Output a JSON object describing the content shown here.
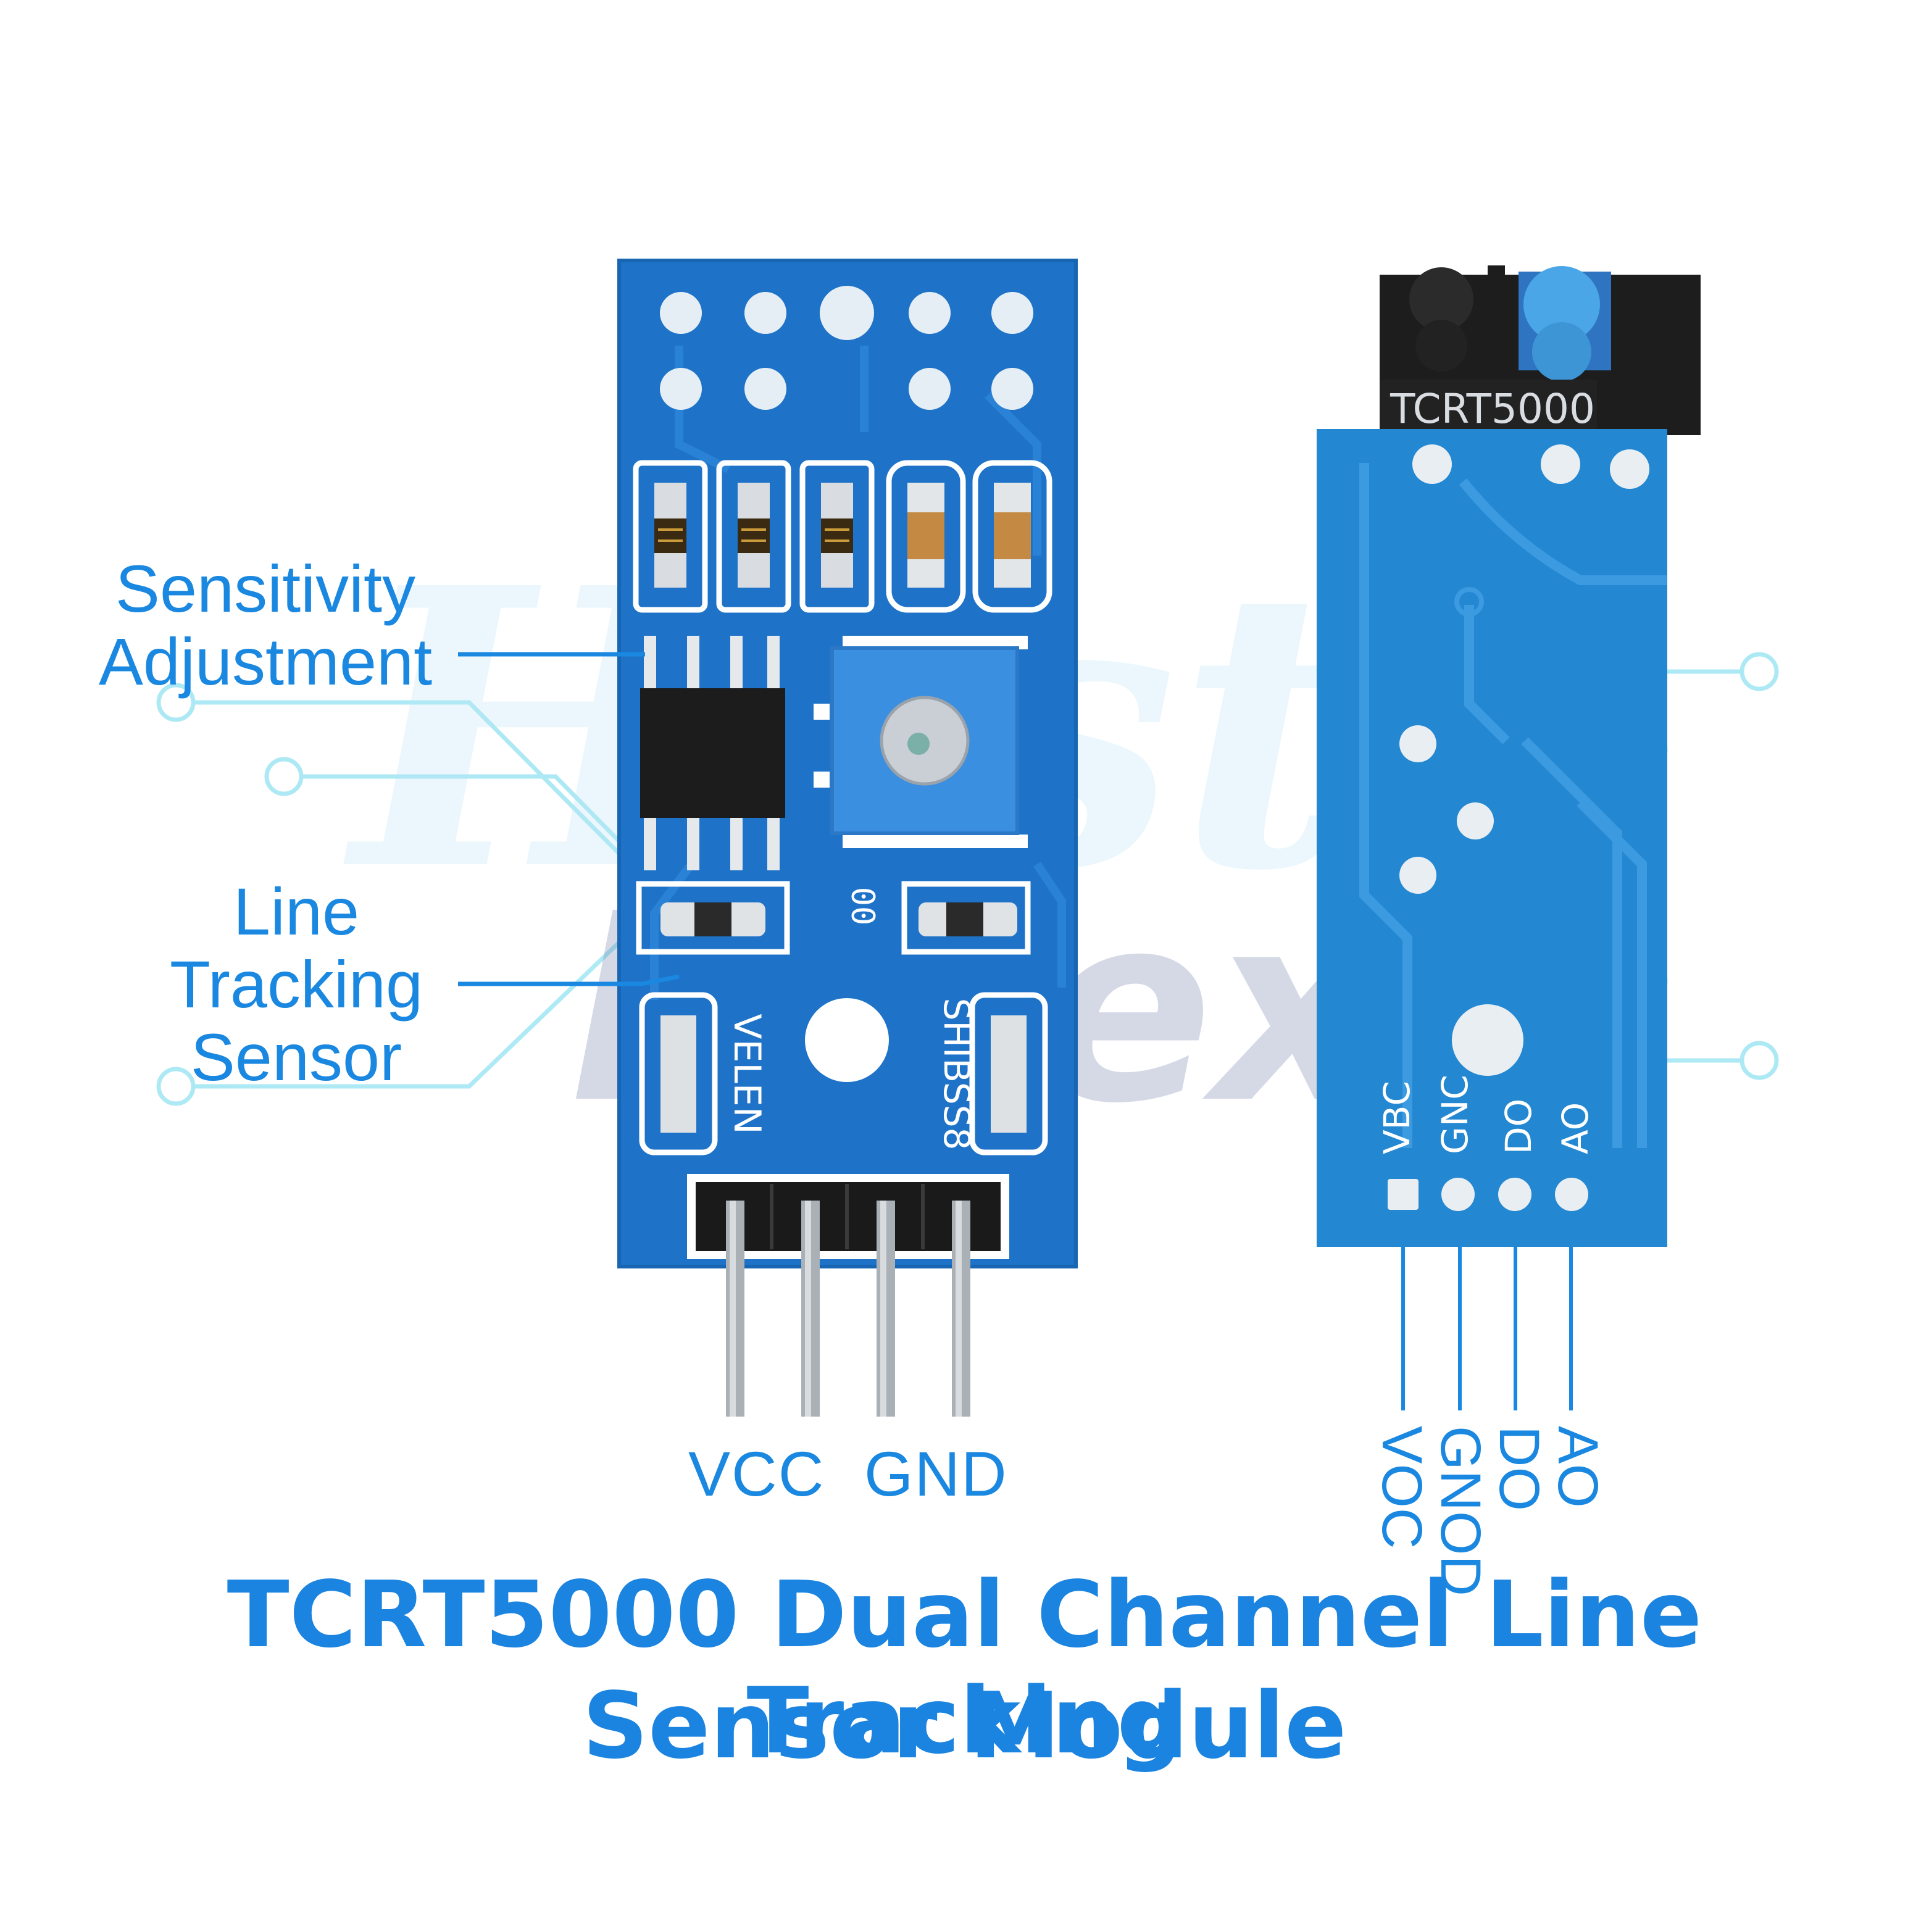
{
  "title": {
    "line1": "TCRT5000 Dual Channel Line Tracking",
    "line2": "Sensor Module"
  },
  "callouts": {
    "sensitivity_line1": "Sensitivity",
    "sensitivity_line2": "Adjustment",
    "line_tracking_line1": "Line",
    "line_tracking_line2": "Tracking",
    "line_tracking_line3": "Sensor"
  },
  "front_board": {
    "silkscreen_left": "VELEN",
    "silkscreen_right": "SHIBSS8",
    "pin_labels": {
      "vcc": "VCC",
      "gnd": "GND"
    }
  },
  "back_board": {
    "sensor_part": "TCRT5000",
    "silk_pins": [
      "VBC",
      "GNC",
      "DO",
      "AO"
    ],
    "pin_labels": [
      "VOC",
      "GNOD",
      "DO",
      "AO"
    ]
  },
  "watermark": {
    "line1": "Hasti",
    "line2": "Index"
  },
  "colors": {
    "pcb": "#1e73c8",
    "pcb_light": "#2a8ad6",
    "label_blue": "#1a88e0",
    "trace_cyan": "#8fe3f2",
    "header_black": "#1a1a1a"
  }
}
